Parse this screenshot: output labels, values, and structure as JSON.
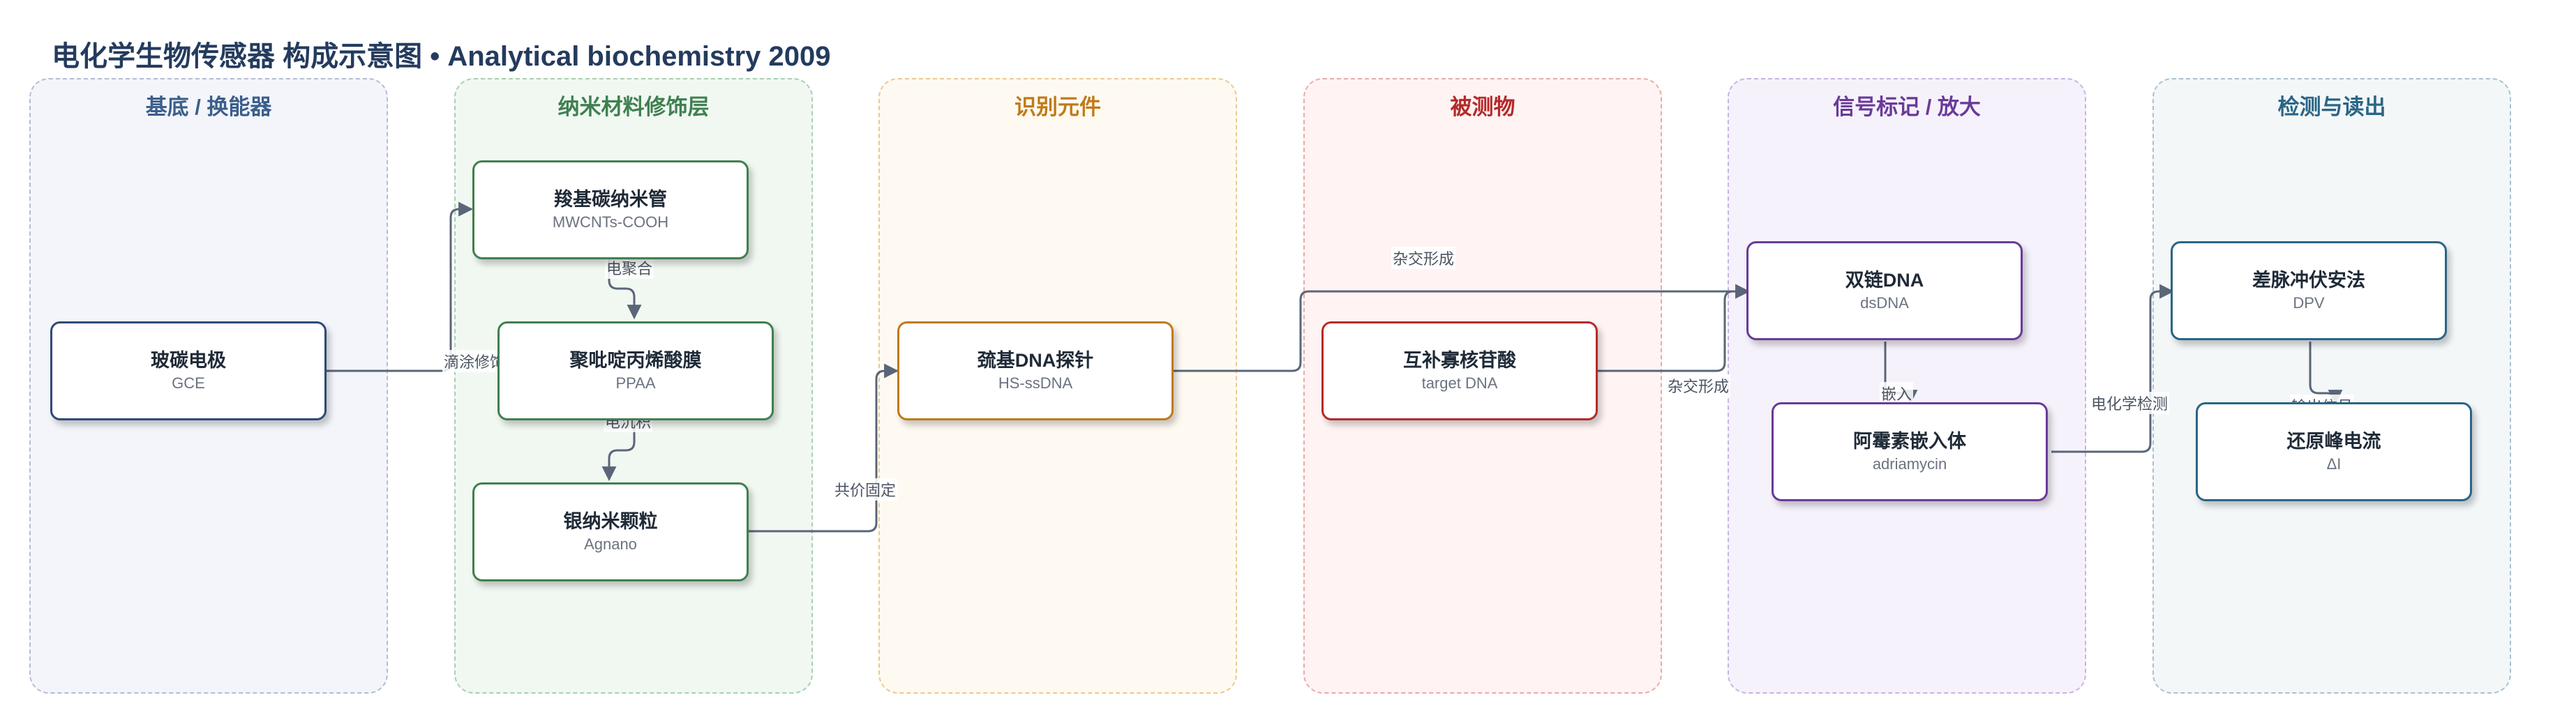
{
  "title": "电化学生物传感器 构成示意图 • Analytical biochemistry 2009",
  "lanes": [
    {
      "title": "基底 / 换能器",
      "title_color": "#3b5e8c",
      "border": "#b4bdd6",
      "fill": "#f3f5fa"
    },
    {
      "title": "纳米材料修饰层",
      "title_color": "#3f8050",
      "border": "#a9cfb2",
      "fill": "#f1f8f2"
    },
    {
      "title": "识别元件",
      "title_color": "#c07a18",
      "border": "#ebc98f",
      "fill": "#fffaf1"
    },
    {
      "title": "被测物",
      "title_color": "#b52a2a",
      "border": "#eaaaaa",
      "fill": "#fff4f3"
    },
    {
      "title": "信号标记 / 放大",
      "title_color": "#6a3a9a",
      "border": "#c7b4e2",
      "fill": "#f6f2fb"
    },
    {
      "title": "检测与读出",
      "title_color": "#2b6585",
      "border": "#a9c1d3",
      "fill": "#f3f7f8"
    }
  ],
  "nodes": {
    "gce": {
      "title": "玻碳电极",
      "subtitle": "GCE"
    },
    "mwcnts": {
      "title": "羧基碳纳米管",
      "subtitle": "MWCNTs-COOH"
    },
    "ppaa": {
      "title": "聚吡啶丙烯酸膜",
      "subtitle": "PPAA"
    },
    "agnano": {
      "title": "银纳米颗粒",
      "subtitle": "Agnano"
    },
    "probe": {
      "title": "巯基DNA探针",
      "subtitle": "HS-ssDNA"
    },
    "target": {
      "title": "互补寡核苷酸",
      "subtitle": "target DNA"
    },
    "dsdna": {
      "title": "双链DNA",
      "subtitle": "dsDNA"
    },
    "adriamycin": {
      "title": "阿霉素嵌入体",
      "subtitle": "adriamycin"
    },
    "dpv": {
      "title": "差脉冲伏安法",
      "subtitle": "DPV"
    },
    "peak": {
      "title": "还原峰电流",
      "subtitle": "ΔI"
    }
  },
  "edges": {
    "gce_mwcnts": "滴涂修饰",
    "mwcnts_ppaa": "电聚合",
    "ppaa_agnano": "电沉积",
    "agnano_probe": "共价固定",
    "probe_dsdna": "杂交形成",
    "target_dsdna": "杂交形成",
    "dsdna_adriamycin": "嵌入",
    "adriamycin_dpv": "电化学检测",
    "dpv_peak": "输出信号"
  },
  "colors": {
    "edge": "#5a6678",
    "title": "#243b5e"
  }
}
